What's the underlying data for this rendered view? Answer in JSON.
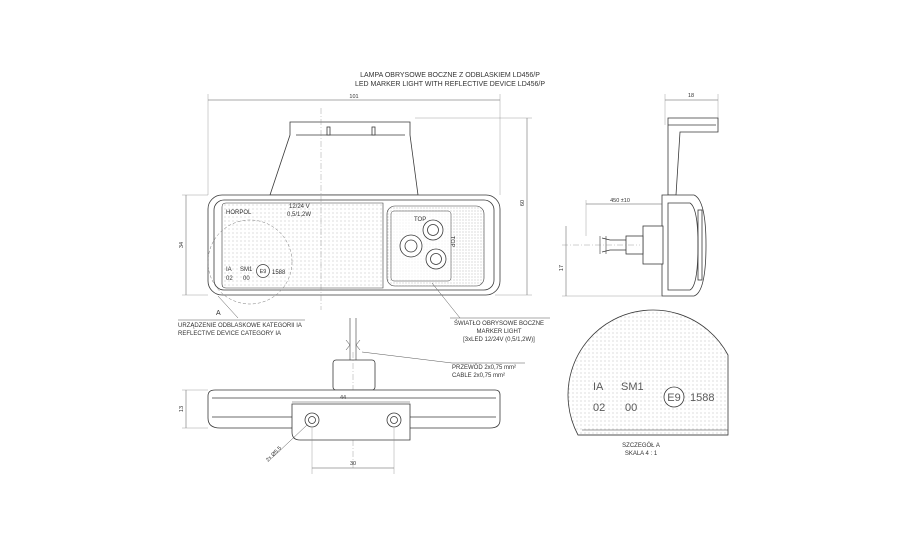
{
  "title": {
    "pl": "LAMPA OBRYSOWE BOCZNE Z ODBLASKIEM LD456/P",
    "en": "LED MARKER LIGHT WITH REFLECTIVE DEVICE LD456/P"
  },
  "dimensions": {
    "width_total": "101",
    "height_total": "60",
    "front_height": "34",
    "side_depth": "18",
    "cable_length": "450 ±10",
    "side_body": "17",
    "bottom_height": "13",
    "hole_spacing": "44",
    "hole_distance": "30",
    "hole_size": "2x Ø5,5"
  },
  "front_face": {
    "brand": "HORPOL",
    "voltage": "12/24 V",
    "power": "0,5/1,2W",
    "top_label": "TOP",
    "top_label_rotated": "TOP",
    "cat_ia": "IA",
    "cat_sm1": "SM1",
    "code_02": "02",
    "code_00": "00",
    "e_mark": "E9",
    "approval": "1588",
    "detail_marker": "A"
  },
  "callouts": {
    "reflective_pl": "URZĄDZENIE ODBLASKOWE KATEGORII IA",
    "reflective_en": "REFLECTIVE DEVICE CATEGORY IA",
    "light_pl_1": "ŚWIATŁO OBRYSOWE BOCZNE",
    "light_en": "MARKER LIGHT",
    "light_spec": "[3xLED 12/24V (0,5/1,2W)]",
    "cable_pl": "PRZEWÓD 2x0,75 mm²",
    "cable_en": "CABLE 2x0,75 mm²"
  },
  "detail": {
    "ia": "IA",
    "sm1": "SM1",
    "c02": "02",
    "c00": "00",
    "e_mark": "E9",
    "approval": "1588",
    "caption_1": "SZCZEGÓŁ A",
    "caption_2": "SKALA 4 : 1"
  },
  "colors": {
    "line": "#3a3a3a",
    "dim_line": "#555555",
    "fill_light": "#f4f4f4"
  }
}
